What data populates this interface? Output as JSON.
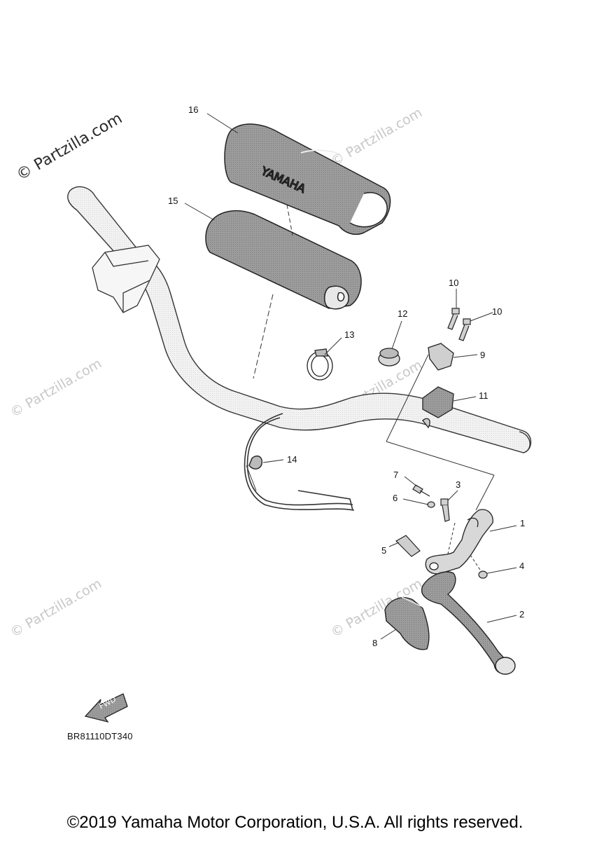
{
  "watermark": "© Partzilla.com",
  "callouts": [
    "16",
    "15",
    "10",
    "10",
    "12",
    "13",
    "9",
    "11",
    "14",
    "7",
    "3",
    "6",
    "1",
    "5",
    "4",
    "2",
    "8"
  ],
  "fwd_label": "FWD",
  "diagram_code": "BR81110DT340",
  "copyright": "©2019 Yamaha Motor Corporation, U.S.A. All rights reserved.",
  "colors": {
    "line": "#333333",
    "grip_fill": "#9a9a9a",
    "bar_fill": "#efefef",
    "watermark": "#c8c8c8"
  }
}
